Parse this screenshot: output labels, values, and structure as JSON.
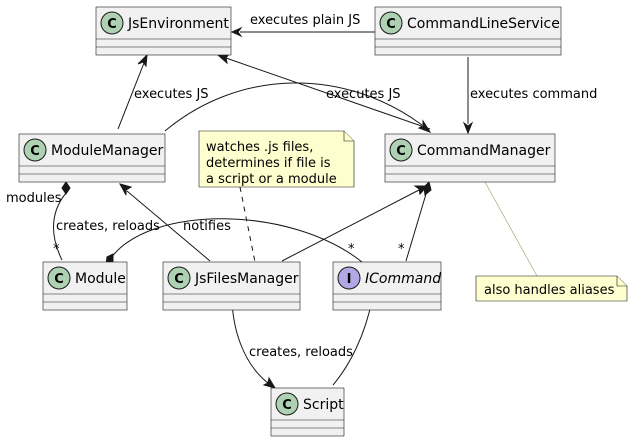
{
  "classes": {
    "js_environment": "JsEnvironment",
    "command_line_service": "CommandLineService",
    "module_manager": "ModuleManager",
    "command_manager": "CommandManager",
    "module": "Module",
    "js_files_manager": "JsFilesManager",
    "icommand": "ICommand",
    "script": "Script"
  },
  "stereotype_letters": {
    "class": "C",
    "interface": "I"
  },
  "edge_labels": {
    "executes_plain_js": "executes plain JS",
    "executes_command": "executes command",
    "executes_js_module": "executes JS",
    "executes_js_command": "executes JS",
    "modules": "modules",
    "creates_reloads_module": "creates, reloads",
    "notifies": "notifies",
    "creates_reloads_script": "creates, reloads",
    "mult_module": "*",
    "mult_icommand_left": "*",
    "mult_icommand_right": "*"
  },
  "notes": {
    "watches": [
      "watches .js files,",
      "determines if file is",
      "a script or a module"
    ],
    "aliases": "also handles aliases"
  },
  "colors": {
    "class_fill": "#f1f1f1",
    "class_badge": "#add1b2",
    "interface_badge": "#b4a7e5",
    "note_fill": "#fefece",
    "line": "#181818"
  }
}
